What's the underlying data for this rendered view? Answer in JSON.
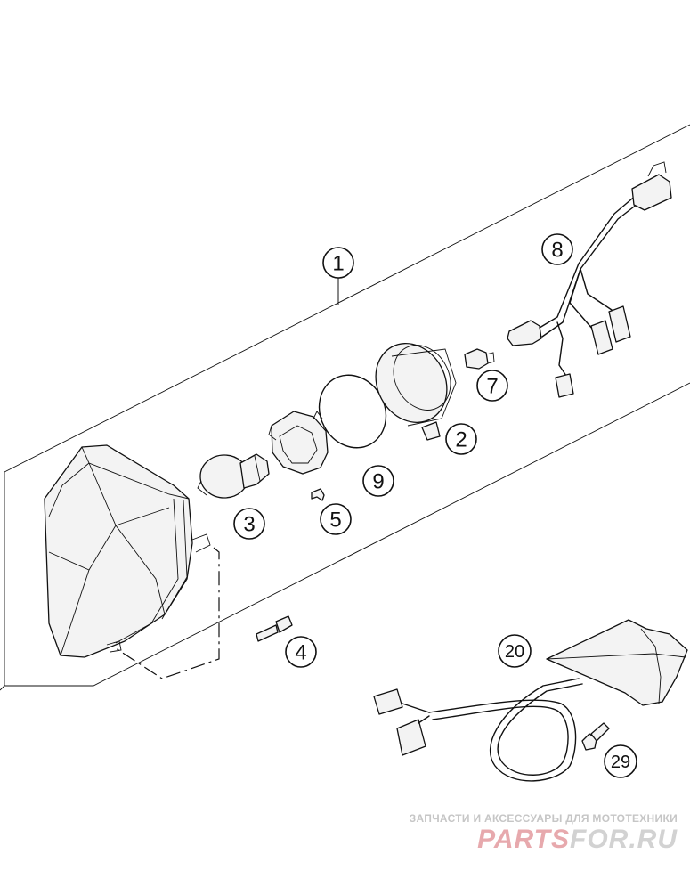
{
  "callouts": [
    "1",
    "2",
    "3",
    "4",
    "5",
    "7",
    "8",
    "9",
    "20",
    "29"
  ],
  "watermark": {
    "tagline": "ЗАПЧАСТИ И АКСЕССУАРЫ ДЛЯ МОТОТЕХНИКИ",
    "logo_primary": "PARTS",
    "logo_secondary": "FOR.RU"
  }
}
